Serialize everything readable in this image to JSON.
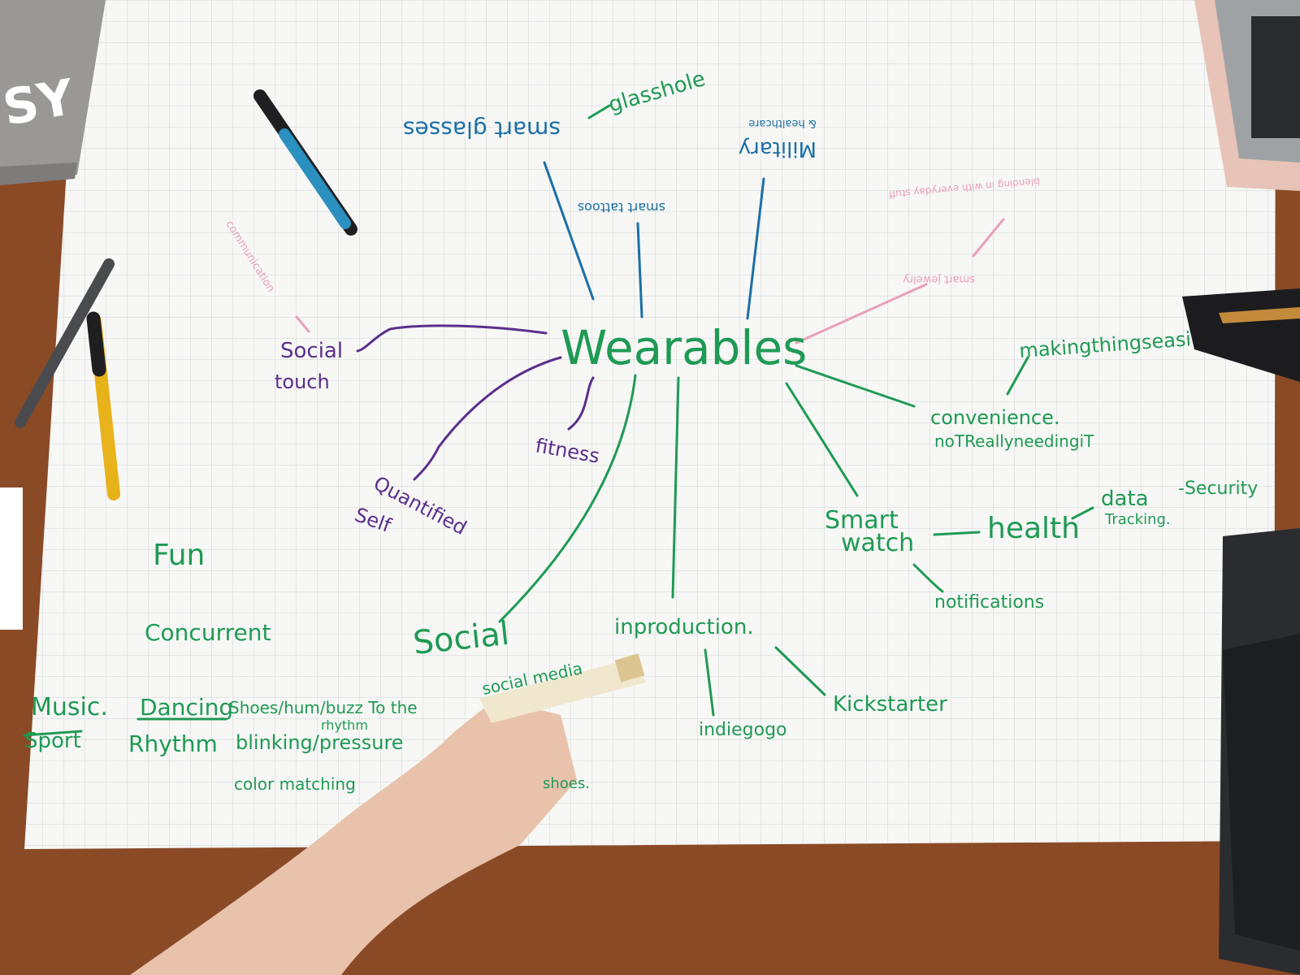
{
  "colors": {
    "green": "#1f9a55",
    "purple": "#5b2f8c",
    "blue": "#1b6fa5",
    "pink": "#e8a1b3",
    "paper": "#f7f7f5",
    "grid": "#cfd3d6",
    "table": "#8a4a26"
  },
  "center": {
    "label": "Wearables"
  },
  "top": {
    "smart_glasses": "smart glasses",
    "glasshole": "glasshole",
    "smart_tattoos": "smart tattoos",
    "military": "Military",
    "military_sub": "& healthcare"
  },
  "pink_notes": {
    "communication": "communication",
    "smart_jewelry": "smart jewelry",
    "blending": "blending in with everyday stuff"
  },
  "left": {
    "social_touch_1": "Social",
    "social_touch_2": "touch",
    "fitness": "fitness",
    "quantified_1": "Quantified",
    "quantified_2": "Self"
  },
  "right": {
    "making_things_easier": "makingthingseasi",
    "convenience": "convenience.",
    "not_really": "noTReallyneedingiT",
    "smart_watch_1": "Smart",
    "smart_watch_2": "watch",
    "health": "health",
    "data": "data",
    "tracking": "Tracking.",
    "security": "-Security",
    "notifications": "notifications"
  },
  "bottom": {
    "social": "Social",
    "social_media": "social media",
    "inproduction": "inproduction.",
    "indiegogo": "indiegogo",
    "kickstarter": "Kickstarter"
  },
  "bottom_left": {
    "fun": "Fun",
    "concurrent": "Concurrent",
    "music": "Music.",
    "sport": "Sport",
    "dancing": "Dancing",
    "shoes": "Shoes/hum/buzz To the",
    "rhythm_small": "rhythm",
    "rhythm": "Rhythm",
    "blinking": "blinking/pressure",
    "color_matching": "color matching",
    "shoes_end": "shoes."
  },
  "objects": {
    "laptop_sticker": "SY"
  }
}
